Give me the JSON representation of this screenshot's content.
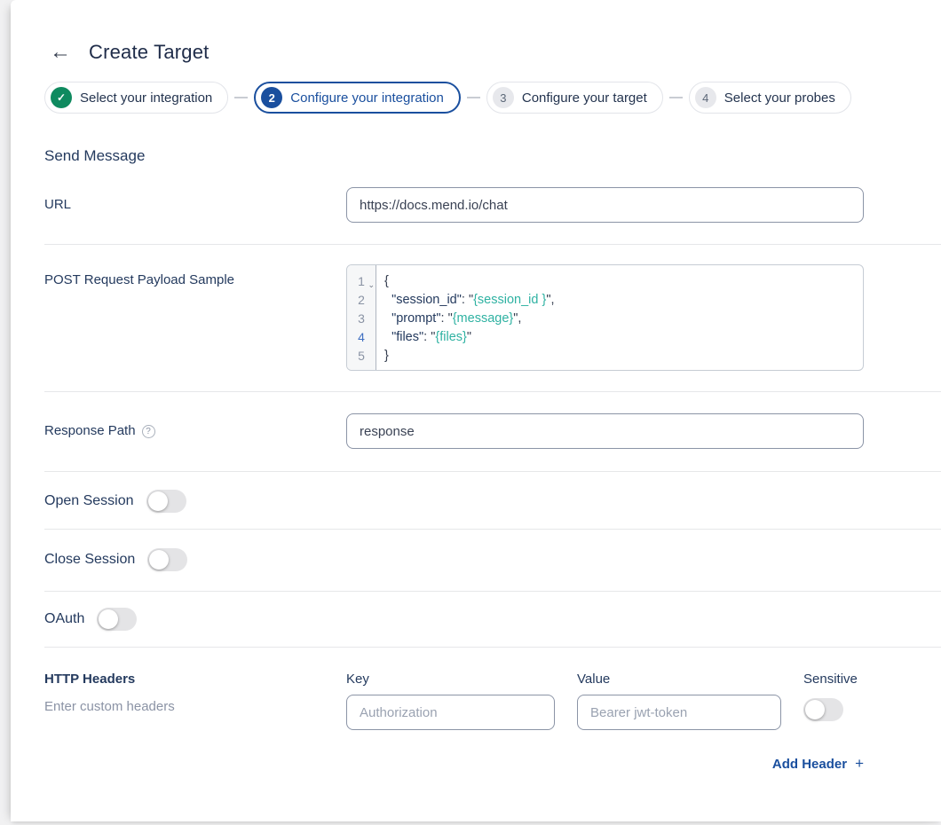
{
  "colors": {
    "accent_blue": "#1a4f9e",
    "success_green": "#0f8a5f",
    "code_value_teal": "#2fb2a2",
    "text_dark": "#24344f"
  },
  "header": {
    "back_icon": "←",
    "title": "Create Target"
  },
  "stepper": {
    "steps": [
      {
        "label": "Select your integration",
        "state": "done",
        "icon": "✓"
      },
      {
        "label": "Configure your integration",
        "state": "active",
        "number": "2"
      },
      {
        "label": "Configure your target",
        "state": "todo",
        "number": "3"
      },
      {
        "label": "Select your probes",
        "state": "todo",
        "number": "4"
      }
    ]
  },
  "form": {
    "section_title": "Send Message",
    "url_label": "URL",
    "url_value": "https://docs.mend.io/chat",
    "payload_label": "POST Request Payload Sample",
    "response_label": "Response Path",
    "response_help_icon": "?",
    "response_value": "response",
    "toggles": [
      {
        "label": "Open Session",
        "on": false
      },
      {
        "label": "Close Session",
        "on": false
      },
      {
        "label": "OAuth",
        "on": false
      }
    ],
    "headers_section": {
      "title": "HTTP Headers",
      "subtitle": "Enter custom headers",
      "key_label": "Key",
      "key_placeholder": "Authorization",
      "value_label": "Value",
      "value_placeholder": "Bearer jwt-token",
      "sensitive_label": "Sensitive",
      "sensitive_on": false,
      "add_button_label": "Add Header",
      "add_button_icon": "+"
    }
  },
  "code_editor": {
    "fold_icon": "⌄",
    "lines": [
      {
        "num": "1",
        "active": false,
        "fold": true,
        "tokens": [
          {
            "t": "{",
            "y": "p"
          }
        ]
      },
      {
        "num": "2",
        "active": false,
        "tokens": [
          {
            "t": "  ",
            "y": "p"
          },
          {
            "t": "\"session_id\"",
            "y": "k"
          },
          {
            "t": ": ",
            "y": "p"
          },
          {
            "t": "\"",
            "y": "p"
          },
          {
            "t": "{session_id }",
            "y": "v"
          },
          {
            "t": "\",",
            "y": "p"
          }
        ]
      },
      {
        "num": "3",
        "active": false,
        "tokens": [
          {
            "t": "  ",
            "y": "p"
          },
          {
            "t": "\"prompt\"",
            "y": "k"
          },
          {
            "t": ": ",
            "y": "p"
          },
          {
            "t": "\"",
            "y": "p"
          },
          {
            "t": "{message}",
            "y": "v"
          },
          {
            "t": "\",",
            "y": "p"
          }
        ]
      },
      {
        "num": "4",
        "active": true,
        "tokens": [
          {
            "t": "  ",
            "y": "p"
          },
          {
            "t": "\"files\"",
            "y": "k"
          },
          {
            "t": ": ",
            "y": "p"
          },
          {
            "t": "\"",
            "y": "p"
          },
          {
            "t": "{files}",
            "y": "v"
          },
          {
            "t": "\"",
            "y": "p"
          }
        ]
      },
      {
        "num": "5",
        "active": false,
        "tokens": [
          {
            "t": "}",
            "y": "p"
          }
        ]
      }
    ]
  }
}
